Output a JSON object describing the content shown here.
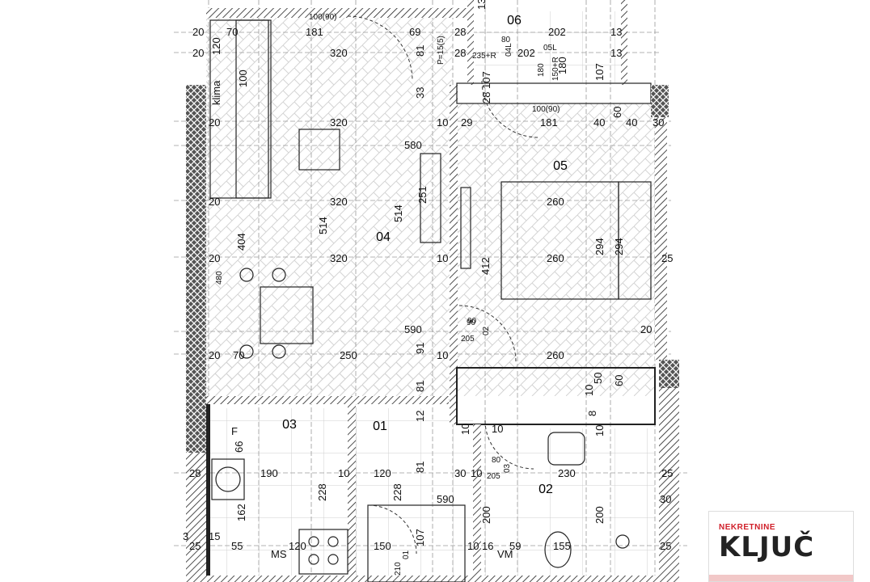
{
  "rooms": [
    {
      "id": "room-04",
      "label": "04"
    },
    {
      "id": "room-05",
      "label": "05"
    },
    {
      "id": "room-06",
      "label": "06"
    },
    {
      "id": "room-01",
      "label": "01"
    },
    {
      "id": "room-02",
      "label": "02"
    },
    {
      "id": "room-03",
      "label": "03"
    }
  ],
  "annotations": {
    "klima": "klima",
    "p15": "P=15(5)",
    "ms": "MS",
    "vm": "VM",
    "f": "F",
    "door_top": "100(90)",
    "door_balcony": "100(90)",
    "win_05l": "05L",
    "win_04l": "04L",
    "r235": "235+R",
    "r150": "150+R",
    "d80": "80",
    "d180": "180",
    "d90": "90",
    "d02": "02",
    "d205": "205",
    "d80b": "80",
    "d03": "03",
    "d205b": "205",
    "d01": "01",
    "d210": "210"
  },
  "dimensions": [
    "20",
    "70",
    "181",
    "69",
    "28",
    "13",
    "202",
    "13",
    "20",
    "120",
    "320",
    "81",
    "28",
    "202",
    "13",
    "100",
    "107",
    "180",
    "107",
    "33",
    "28",
    "181",
    "40",
    "60",
    "40",
    "30",
    "20",
    "320",
    "10",
    "29",
    "580",
    "20",
    "320",
    "514",
    "514",
    "251",
    "260",
    "294",
    "294",
    "404",
    "20",
    "320",
    "10",
    "412",
    "260",
    "25",
    "480",
    "590",
    "90",
    "20",
    "20",
    "70",
    "250",
    "91",
    "10",
    "260",
    "50",
    "60",
    "81",
    "10",
    "66",
    "12",
    "10",
    "8",
    "10",
    "10",
    "28",
    "190",
    "10",
    "120",
    "81",
    "30",
    "10",
    "230",
    "25",
    "228",
    "228",
    "590",
    "162",
    "200",
    "200",
    "30",
    "3",
    "15",
    "107",
    "16",
    "59",
    "25",
    "55",
    "120",
    "150",
    "10",
    "155",
    "25"
  ]
}
